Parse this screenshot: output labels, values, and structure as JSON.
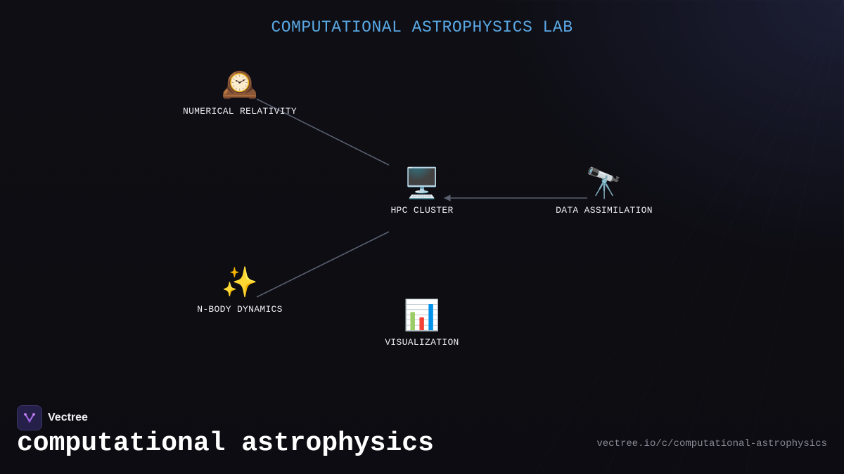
{
  "title": "COMPUTATIONAL ASTROPHYSICS LAB",
  "nodes": [
    {
      "id": "numerical-relativity",
      "label": "NUMERICAL RELATIVITY",
      "icon": "🕰️",
      "icon_name": "mantelpiece-clock-icon"
    },
    {
      "id": "hpc-cluster",
      "label": "HPC CLUSTER",
      "icon": "🖥️",
      "icon_name": "desktop-computer-icon"
    },
    {
      "id": "data-assimilation",
      "label": "DATA ASSIMILATION",
      "icon": "🔭",
      "icon_name": "telescope-icon"
    },
    {
      "id": "n-body-dynamics",
      "label": "N-BODY DYNAMICS",
      "icon": "✨",
      "icon_name": "sparkles-icon"
    },
    {
      "id": "visualization",
      "label": "VISUALIZATION",
      "icon": "📊",
      "icon_name": "bar-chart-icon"
    }
  ],
  "edges": [
    {
      "from": "numerical-relativity",
      "to": "hpc-cluster",
      "arrow": false
    },
    {
      "from": "data-assimilation",
      "to": "hpc-cluster",
      "arrow": true
    },
    {
      "from": "n-body-dynamics",
      "to": "hpc-cluster",
      "arrow": false
    }
  ],
  "footer": {
    "brand": "Vectree",
    "topic": "computational astrophysics",
    "url": "vectree.io/c/computational-astrophysics"
  },
  "colors": {
    "background": "#0e0e14",
    "title": "#5aa9e6",
    "edge": "#5a6070",
    "brand_logo": "#b06cf0"
  }
}
